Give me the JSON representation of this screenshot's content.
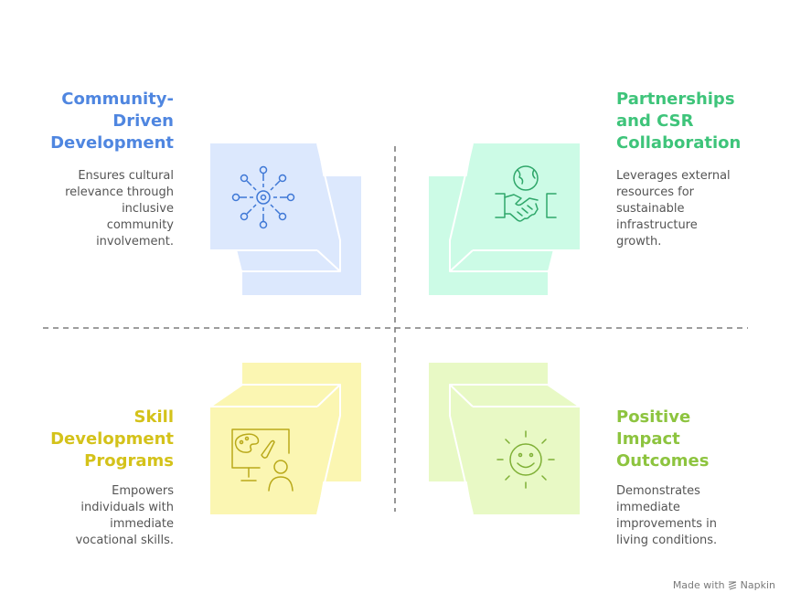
{
  "quadrants": {
    "top_left": {
      "title": "Community-\nDriven\nDevelopment",
      "description": "Ensures cultural\nrelevance through\ninclusive\ncommunity\ninvolvement.",
      "title_color": "#4f86e0",
      "fill_color": "#dce8fd",
      "icon": "network-gear-icon"
    },
    "top_right": {
      "title": "Partnerships\nand CSR\nCollaboration",
      "description": "Leverages external\nresources for\nsustainable\ninfrastructure\ngrowth.",
      "title_color": "#3ec47a",
      "fill_color": "#ccfbe6",
      "icon": "globe-handshake-icon"
    },
    "bottom_left": {
      "title": "Skill\nDevelopment\nPrograms",
      "description": "Empowers\nindividuals with\nimmediate\nvocational skills.",
      "title_color": "#d4c21a",
      "fill_color": "#fbf6b2",
      "icon": "art-teacher-icon"
    },
    "bottom_right": {
      "title": "Positive\nImpact\nOutcomes",
      "description": "Demonstrates\nimmediate\nimprovements in\nliving conditions.",
      "title_color": "#8dc43f",
      "fill_color": "#e8f9c5",
      "icon": "sun-smile-icon"
    }
  },
  "footer": {
    "label": "Made with",
    "brand": "Napkin"
  }
}
